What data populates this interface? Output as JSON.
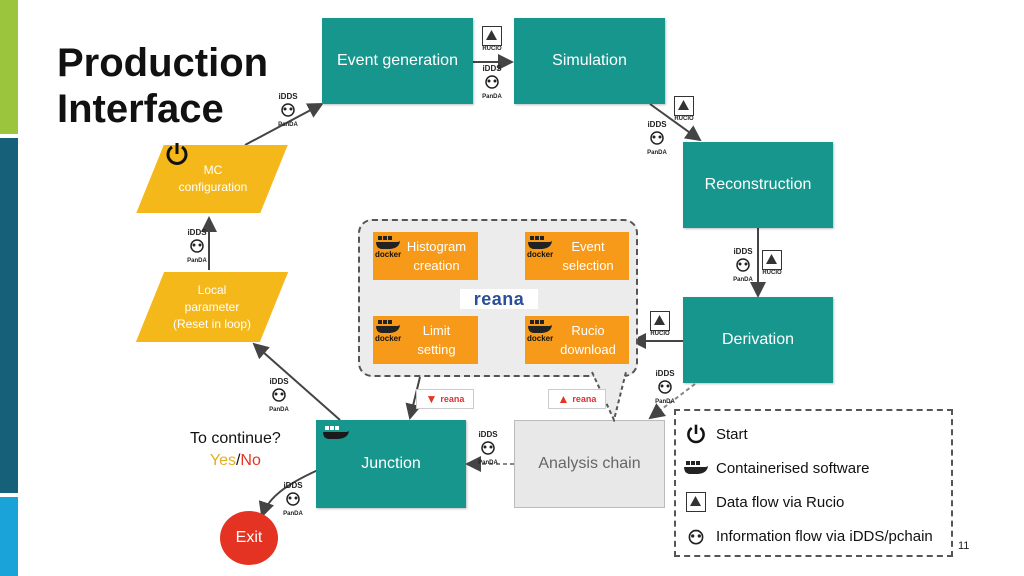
{
  "slide": {
    "title_line1": "Production",
    "title_line2": "Interface",
    "page_number": "11"
  },
  "nodes": {
    "event_generation": "Event generation",
    "simulation": "Simulation",
    "reconstruction": "Reconstruction",
    "derivation": "Derivation",
    "junction": "Junction",
    "analysis_chain": "Analysis chain",
    "exit": "Exit",
    "mc_configuration_l1": "MC",
    "mc_configuration_l2": "configuration",
    "local_parameter_l1": "Local",
    "local_parameter_l2": "parameter",
    "local_parameter_l3": "(Reset in loop)"
  },
  "reana": {
    "logo": "reana",
    "histogram_l1": "Histogram",
    "histogram_l2": "creation",
    "event_sel_l1": "Event",
    "event_sel_l2": "selection",
    "limit_l1": "Limit",
    "limit_l2": "setting",
    "rucio_dl_l1": "Rucio",
    "rucio_dl_l2": "download"
  },
  "continue": {
    "question": "To continue?",
    "yes": "Yes",
    "slash": "/",
    "no": "No"
  },
  "icon_labels": {
    "idds": "iDDS",
    "panda": "PanDA",
    "rucio": "RUCIO",
    "docker": "docker"
  },
  "legend": {
    "start": "Start",
    "container": "Containerised software",
    "rucio": "Data flow via Rucio",
    "idds": "Information flow via iDDS/pchain"
  },
  "colors": {
    "teal": "#16968c",
    "orange": "#f79a1a",
    "yellow": "#f5b81a",
    "exit_red": "#e53323",
    "yes": "#e0b020",
    "no": "#e53323"
  }
}
